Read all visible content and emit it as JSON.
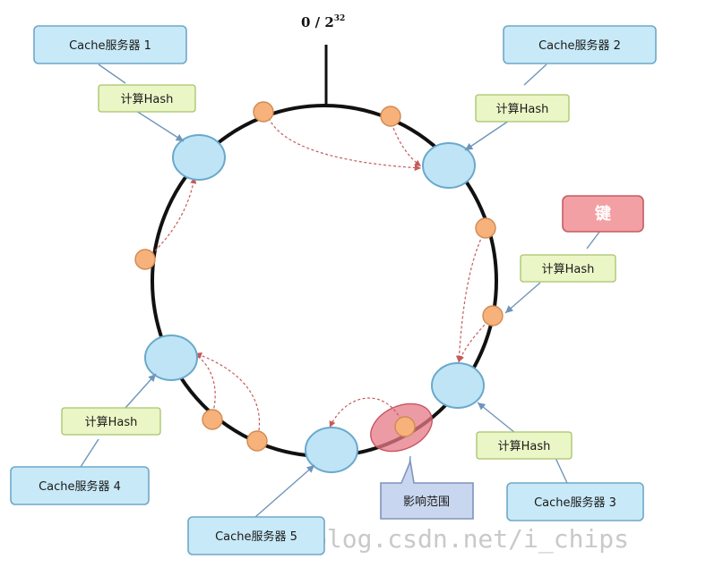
{
  "ring_label": "0 / 2",
  "ring_label_exp": "32",
  "servers": [
    {
      "id": 1,
      "label": "Cache服务器 1"
    },
    {
      "id": 2,
      "label": "Cache服务器 2"
    },
    {
      "id": 3,
      "label": "Cache服务器 3"
    },
    {
      "id": 4,
      "label": "Cache服务器 4"
    },
    {
      "id": 5,
      "label": "Cache服务器 5"
    }
  ],
  "hash_label": "计算Hash",
  "key_label": "键",
  "affected_label": "影响范围",
  "watermark": "http://blog.csdn.net/i_chips",
  "colors": {
    "ring": "#111111",
    "server_node": "#bfe4f6",
    "object_node": "#f7b27c",
    "highlight": "#e57a86",
    "arrow": "#c65a5a"
  }
}
